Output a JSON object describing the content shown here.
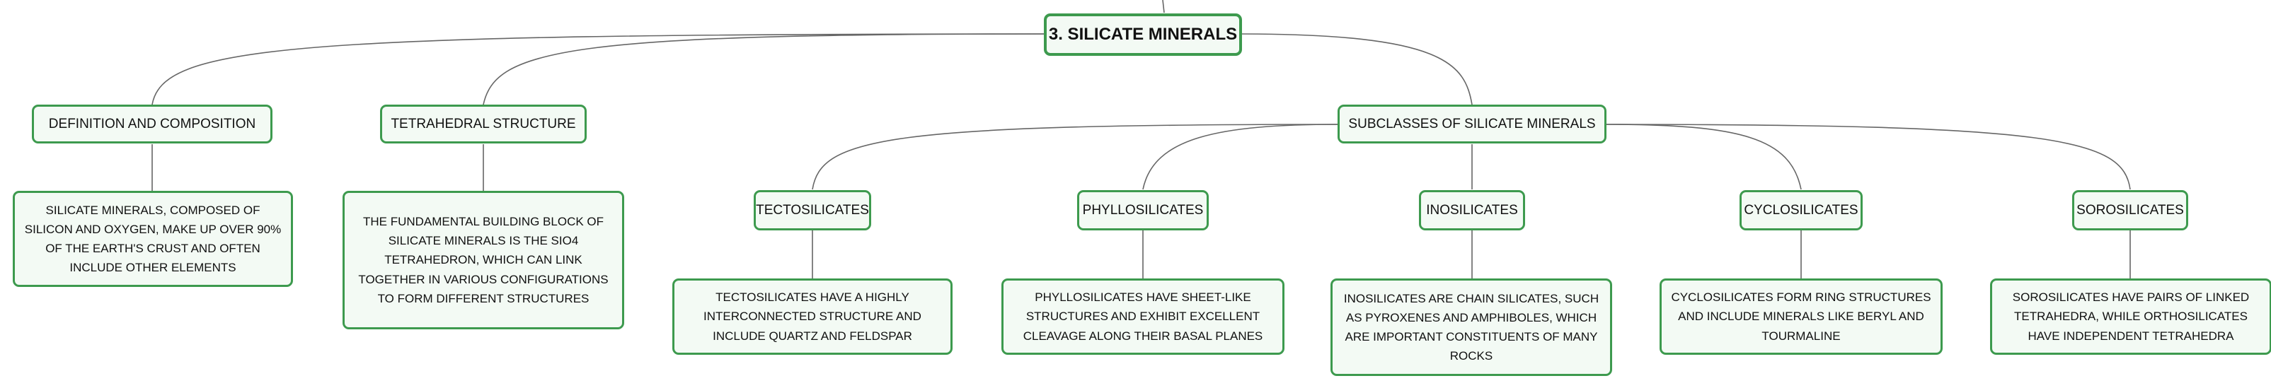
{
  "root": {
    "label": "3. SILICATE MINERALS"
  },
  "topics": {
    "definition": "DEFINITION AND COMPOSITION",
    "structure": "TETRAHEDRAL STRUCTURE",
    "subclasses": "SUBCLASSES OF SILICATE MINERALS"
  },
  "details": {
    "definition": "SILICATE MINERALS, COMPOSED OF SILICON AND OXYGEN, MAKE UP OVER 90% OF THE EARTH'S CRUST AND OFTEN INCLUDE OTHER ELEMENTS",
    "structure": "THE FUNDAMENTAL BUILDING BLOCK OF SILICATE MINERALS IS THE SIO4 TETRAHEDRON, WHICH CAN LINK TOGETHER IN VARIOUS CONFIGURATIONS TO FORM DIFFERENT STRUCTURES"
  },
  "subclasses": [
    {
      "label": "TECTOSILICATES",
      "detail": "TECTOSILICATES HAVE A HIGHLY INTERCONNECTED STRUCTURE AND INCLUDE QUARTZ AND FELDSPAR"
    },
    {
      "label": "PHYLLOSILICATES",
      "detail": "PHYLLOSILICATES HAVE SHEET-LIKE STRUCTURES AND EXHIBIT EXCELLENT CLEAVAGE ALONG THEIR BASAL PLANES"
    },
    {
      "label": "INOSILICATES",
      "detail": "INOSILICATES ARE CHAIN SILICATES, SUCH AS PYROXENES AND AMPHIBOLES, WHICH ARE IMPORTANT CONSTITUENTS OF MANY ROCKS"
    },
    {
      "label": "CYCLOSILICATES",
      "detail": "CYCLOSILICATES FORM RING STRUCTURES AND INCLUDE MINERALS LIKE BERYL AND TOURMALINE"
    },
    {
      "label": "SOROSILICATES",
      "detail": "SOROSILICATES HAVE PAIRS OF LINKED TETRAHEDRA, WHILE ORTHOSILICATES HAVE INDEPENDENT TETRAHEDRA"
    }
  ],
  "colors": {
    "border": "#3d9a4e",
    "fill": "#f3faf4",
    "line": "#666666"
  }
}
